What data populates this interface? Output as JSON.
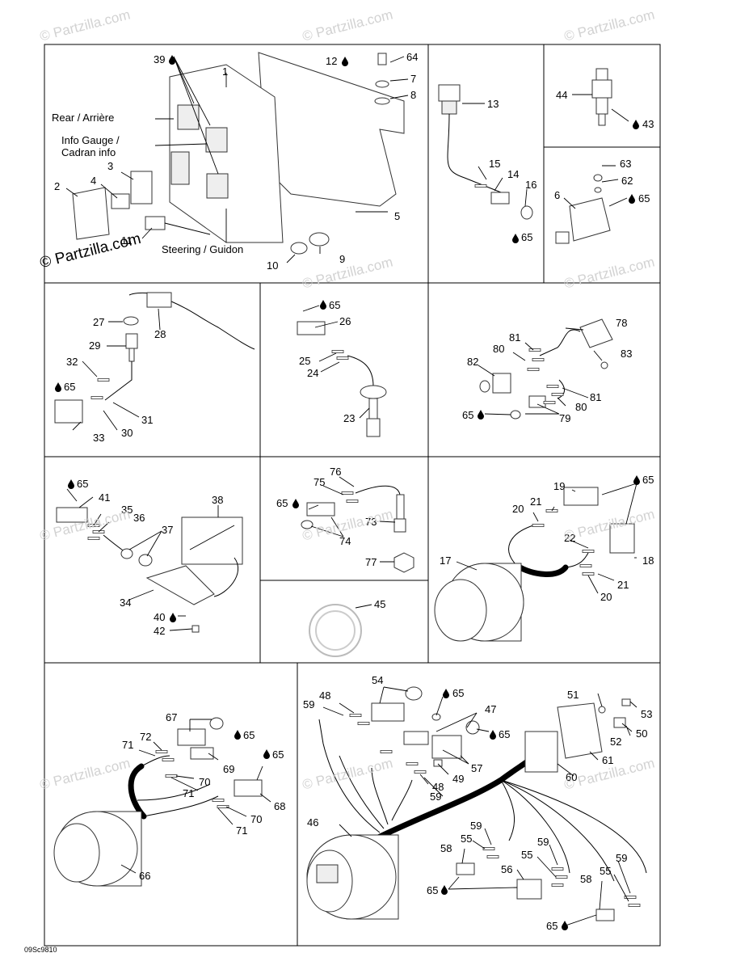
{
  "watermark": "© Partzilla.com",
  "drawing_code": "09Sc9810",
  "annotations": {
    "rear": "Rear / Arrière",
    "info_gauge_1": "Info Gauge /",
    "info_gauge_2": "Cadran info",
    "steering": "Steering / Guidon"
  },
  "labels": {
    "l39": "39",
    "l1": "1",
    "l12": "12",
    "l64": "64",
    "l7": "7",
    "l8": "8",
    "l3": "3",
    "l4": "4",
    "l2": "2",
    "l5": "5",
    "l11": "11",
    "l10": "10",
    "l9": "9",
    "l13": "13",
    "l15": "15",
    "l14": "14",
    "l16": "16",
    "l65a": "65",
    "l44": "44",
    "l43": "43",
    "l63": "63",
    "l62": "62",
    "l6": "6",
    "l65b": "65",
    "l27": "27",
    "l28": "28",
    "l29": "29",
    "l32": "32",
    "l65c": "65",
    "l31": "31",
    "l30": "30",
    "l33": "33",
    "l65d": "65",
    "l26": "26",
    "l25": "25",
    "l24": "24",
    "l23": "23",
    "l78": "78",
    "l81a": "81",
    "l80a": "80",
    "l82": "82",
    "l83": "83",
    "l65e": "65",
    "l79": "79",
    "l80b": "80",
    "l81b": "81",
    "l65f": "65",
    "l41": "41",
    "l35": "35",
    "l36": "36",
    "l37": "37",
    "l38": "38",
    "l34": "34",
    "l40": "40",
    "l42": "42",
    "l76": "76",
    "l75": "75",
    "l65g": "65",
    "l73": "73",
    "l74": "74",
    "l77": "77",
    "l45": "45",
    "l19": "19",
    "l65h": "65",
    "l21a": "21",
    "l20a": "20",
    "l22": "22",
    "l18": "18",
    "l17": "17",
    "l21b": "21",
    "l20b": "20",
    "l67": "67",
    "l72": "72",
    "l65i": "65",
    "l71a": "71",
    "l69": "69",
    "l65j": "65",
    "l70a": "70",
    "l71b": "71",
    "l68": "68",
    "l70b": "70",
    "l71c": "71",
    "l66": "66",
    "l54": "54",
    "l48a": "48",
    "l59a": "59",
    "l65k": "65",
    "l47": "47",
    "l65l": "65",
    "l57": "57",
    "l49": "49",
    "l48b": "48",
    "l59b": "59",
    "l51": "51",
    "l53": "53",
    "l50": "50",
    "l52": "52",
    "l61": "61",
    "l60": "60",
    "l46": "46",
    "l59c": "59",
    "l55a": "55",
    "l58a": "58",
    "l65m": "65",
    "l59d": "59",
    "l55b": "55",
    "l56": "56",
    "l59e": "59",
    "l55c": "55",
    "l58b": "58",
    "l65n": "65"
  }
}
